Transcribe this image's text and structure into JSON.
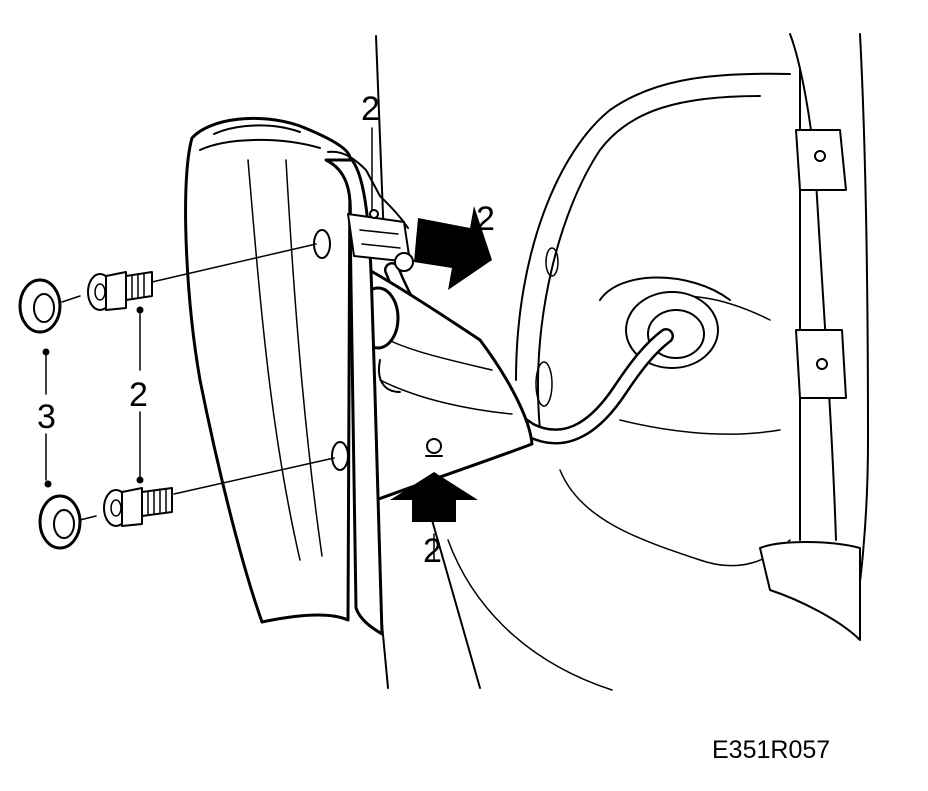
{
  "figure": {
    "reference_code": "E351R057",
    "callouts": {
      "connector_top": "2",
      "arrow_right": "2",
      "arrow_bottom": "2",
      "plug_column": "3",
      "screw_column": "2"
    }
  },
  "colors": {
    "ink": "#000000",
    "paper": "#ffffff"
  }
}
